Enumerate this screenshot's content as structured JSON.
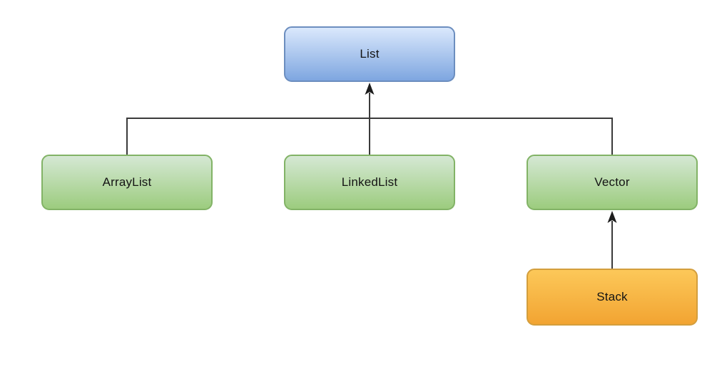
{
  "diagram": {
    "type": "class-hierarchy",
    "background": "#ffffff",
    "nodes": {
      "list": {
        "label": "List",
        "color_role": "parent",
        "fill_top": "#dae8fc",
        "fill_bottom": "#7ea6e0",
        "border": "#6c8ebf"
      },
      "arraylist": {
        "label": "ArrayList",
        "color_role": "child",
        "fill_top": "#d5e8d4",
        "fill_bottom": "#9ccc7e",
        "border": "#82b366"
      },
      "linkedlist": {
        "label": "LinkedList",
        "color_role": "child",
        "fill_top": "#d5e8d4",
        "fill_bottom": "#9ccc7e",
        "border": "#82b366"
      },
      "vector": {
        "label": "Vector",
        "color_role": "child",
        "fill_top": "#d5e8d4",
        "fill_bottom": "#9ccc7e",
        "border": "#82b366"
      },
      "stack": {
        "label": "Stack",
        "color_role": "subchild",
        "fill_top": "#fcc859",
        "fill_bottom": "#f2a432",
        "border": "#d39e3d"
      }
    },
    "edges": [
      {
        "from": "ArrayList",
        "to": "List",
        "style": "elbow-up-arrow"
      },
      {
        "from": "LinkedList",
        "to": "List",
        "style": "straight-up-arrow"
      },
      {
        "from": "Vector",
        "to": "List",
        "style": "elbow-up-arrow"
      },
      {
        "from": "Stack",
        "to": "Vector",
        "style": "straight-up-arrow"
      }
    ],
    "line_color": "#3a3a3a",
    "text_color": "#141414"
  }
}
